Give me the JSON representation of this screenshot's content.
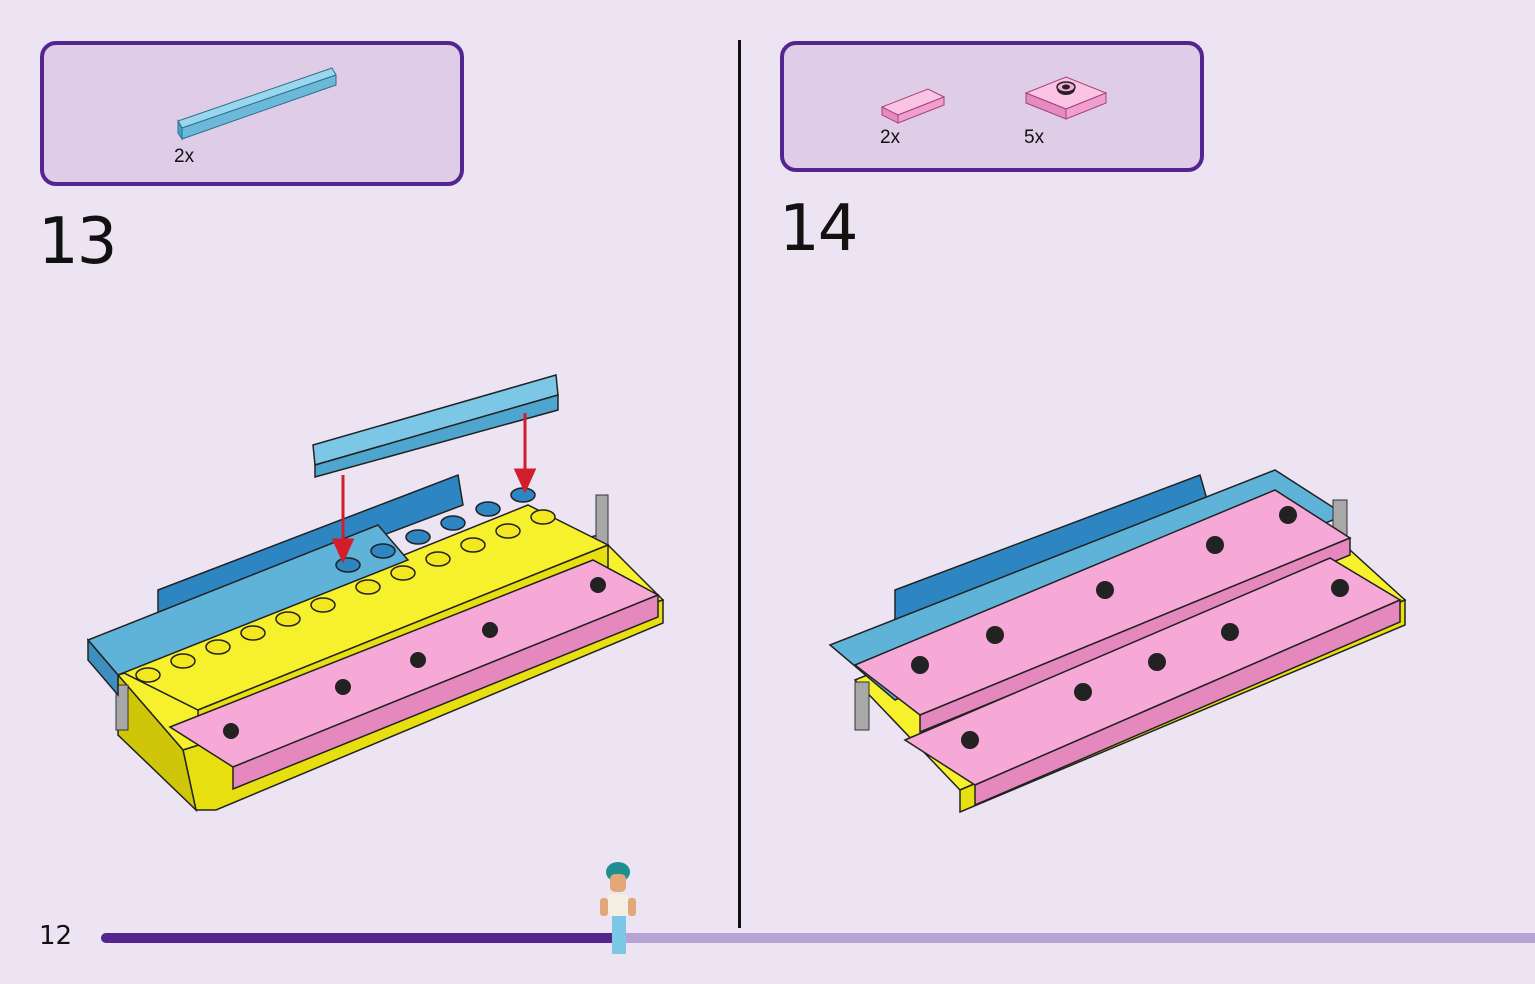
{
  "steps": [
    {
      "number": "13",
      "parts": [
        {
          "quantity": "2x",
          "piece": "light-blue-tile-1x8",
          "color": "#7cc7e6"
        }
      ]
    },
    {
      "number": "14",
      "parts": [
        {
          "quantity": "2x",
          "piece": "pink-tile-1x2",
          "color": "#f6a9d7"
        },
        {
          "quantity": "5x",
          "piece": "pink-jumper-plate-2x2",
          "color": "#f6a9d7"
        }
      ]
    }
  ],
  "page": {
    "number": "12",
    "progress": 0.36
  },
  "colors": {
    "frame": "#55258f",
    "parts_box_fill": "#dfcde7",
    "page_background": "#ece4f3",
    "yellow_brick": "#f7f02d",
    "pink_brick": "#f6a9d7",
    "azure_brick": "#5fb2d8",
    "dark_azure_brick": "#2d86c1",
    "grey_bar": "#a8a8a8",
    "assembly_arrow": "#d21e2b"
  }
}
